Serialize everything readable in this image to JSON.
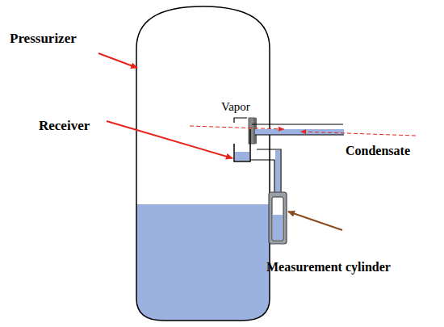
{
  "diagram": {
    "labels": [
      "Pressurizer",
      "Receiver",
      "Vapor",
      "Condensate",
      "Measurement cylinder"
    ]
  }
}
